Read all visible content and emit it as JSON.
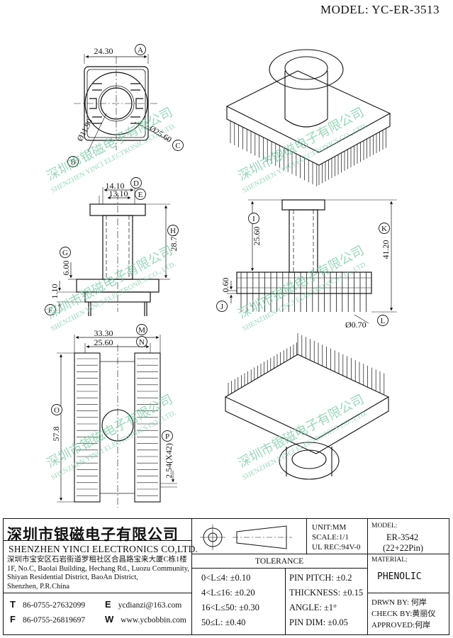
{
  "header": {
    "model_title": "MODEL: YC-ER-3513"
  },
  "dimensions": {
    "A": {
      "letter": "A",
      "value": "24.30"
    },
    "B": {
      "letter": "B",
      "value": "Ø11.90"
    },
    "C": {
      "letter": "C",
      "value": "Ø25.60"
    },
    "D": {
      "letter": "D",
      "value": "14.10"
    },
    "E": {
      "letter": "E",
      "value": "13.10"
    },
    "F": {
      "letter": "F",
      "value": "1.10"
    },
    "G": {
      "letter": "G",
      "value": "6.00"
    },
    "H": {
      "letter": "H",
      "value": "28.70"
    },
    "I": {
      "letter": "I",
      "value": "25.60"
    },
    "J": {
      "letter": "J",
      "value": "0.60"
    },
    "K": {
      "letter": "K",
      "value": "41.20"
    },
    "L": {
      "letter": "L",
      "value": "Ø0.70"
    },
    "M": {
      "letter": "M",
      "value": "33.30"
    },
    "N": {
      "letter": "N",
      "value": "25.60"
    },
    "O": {
      "letter": "O",
      "value": "57.8"
    },
    "P": {
      "letter": "P",
      "value": "2.54(X42)"
    }
  },
  "watermark": {
    "cn": "深圳市银磁电子有限公司",
    "en": "SHENZHEN YINCI ELECTRONICS CO., LTD."
  },
  "title_block": {
    "company_cn": "深圳市银磁电子有限公司",
    "company_en": "SHENZHEN YINCI ELECTRONICS CO,LTD.",
    "address": [
      "深圳市宝安区石岩街道罗租社区合昌路宝来大厦C栋1楼",
      "1F, No.C, Baolai Building, Hechang Rd., Luozu Community,",
      "Shiyan Residential District, BaoAn District,",
      "Shenzhen, P.R.China"
    ],
    "tel_label": "T",
    "tel": "86-0755-27632099",
    "fax_label": "F",
    "fax": "86-0755-26819697",
    "email_label": "E",
    "email": "ycdianzi@163.com",
    "web_label": "W",
    "web": "www.ycbobbin.com",
    "unit": "UNIT:MM",
    "scale": "SCALE:1/1",
    "ul_rec": "UL REC:94V-0",
    "model_label": "MODEL:",
    "model_value": "ER-3542",
    "model_pins": "(22+22Pin)",
    "tolerance_label": "TOLERANCE",
    "tolerance_left": [
      "0<L≤4: ±0.10",
      "4<L≤16: ±0.20",
      "16<L≤50: ±0.30",
      "50≤L: ±0.40"
    ],
    "tolerance_right": [
      "PIN PITCH: ±0.2",
      "THICKNESS: ±0.15",
      "ANGLE: ±1°",
      "PIN DIM: ±0.05"
    ],
    "material_label": "MATERIAL:",
    "material_value": "PHENOLIC",
    "drawn_by": "DRWN BY: 何岸",
    "check_by": "CHECK BY:黄丽仪",
    "approved": "APPROVED:何岸"
  }
}
